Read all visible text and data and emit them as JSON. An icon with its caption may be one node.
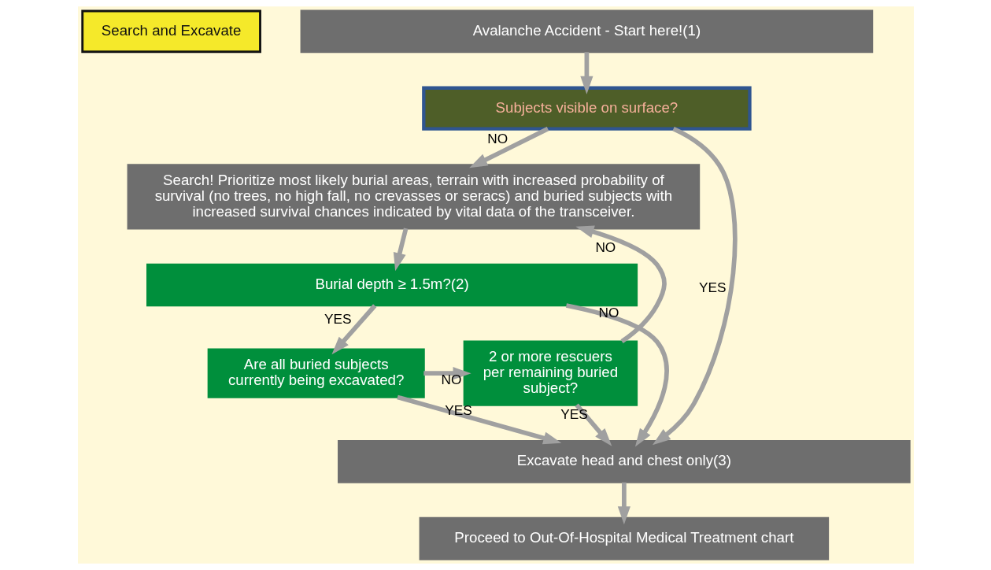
{
  "diagram": {
    "nodes": [
      {
        "text": [
          "Search and Excavate"
        ]
      },
      {
        "text": [
          "Avalanche Accident - Start here!(1)"
        ]
      },
      {
        "text": [
          "Subjects visible on surface?"
        ]
      },
      {
        "text": [
          "Search! Prioritize most likely burial areas, terrain with increased probability of survival (no trees, no high fall, no crevasses or seracs) and buried subjects with increased survival chances indicated by vital data of the transceiver."
        ]
      },
      {
        "text": [
          "Burial depth ≥ 1.5m?(2)"
        ]
      },
      {
        "text": [
          "Are all buried subjects currently being excavated?"
        ]
      },
      {
        "text": [
          "2 or more rescuers per remaining buried subject?"
        ]
      },
      {
        "text": [
          "Excavate head and chest only(3)"
        ]
      },
      {
        "text": [
          "Proceed to Out-Of-Hospital Medical Treatment chart"
        ]
      }
    ],
    "edges": [
      {
        "from": 1,
        "to": 2,
        "arrow": "to"
      },
      {
        "from": 2,
        "to": 7,
        "arrow": "to",
        "label": "YES"
      },
      {
        "from": 2,
        "to": 3,
        "arrow": "to",
        "label": "NO"
      },
      {
        "from": 3,
        "to": 4,
        "arrow": "to"
      },
      {
        "from": 4,
        "to": 7,
        "arrow": "to",
        "label": "NO"
      },
      {
        "from": 4,
        "to": 5,
        "arrow": "to",
        "label": "YES"
      },
      {
        "from": 5,
        "to": 6,
        "arrow": "to",
        "label": "NO"
      },
      {
        "from": 5,
        "to": 7,
        "arrow": "to",
        "label": "YES"
      },
      {
        "from": 6,
        "to": 3,
        "arrow": "to",
        "label": "NO"
      },
      {
        "from": 6,
        "to": 7,
        "arrow": "to",
        "label": "YES"
      },
      {
        "from": 7,
        "to": 8,
        "arrow": "to"
      }
    ]
  }
}
